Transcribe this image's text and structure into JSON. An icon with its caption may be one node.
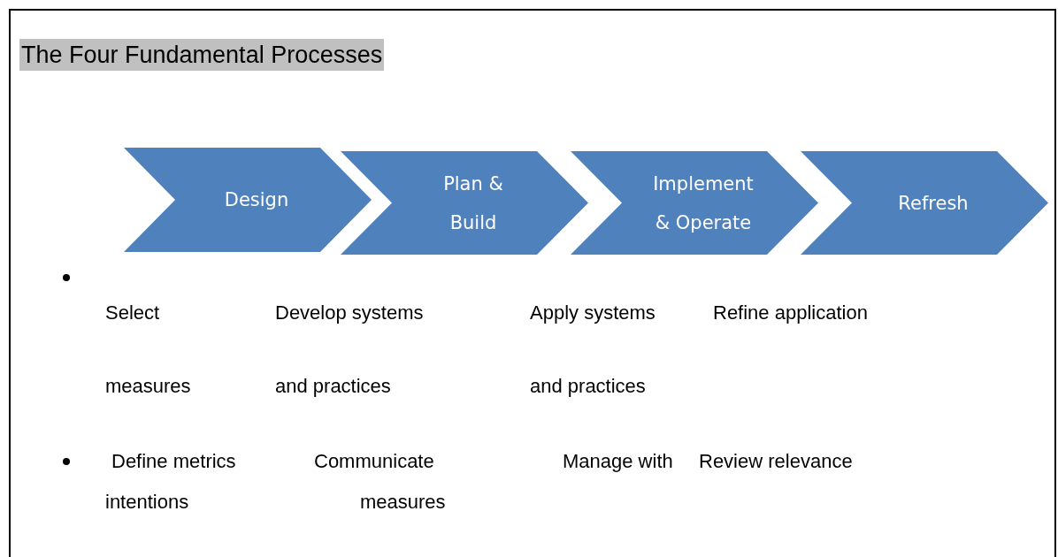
{
  "diagram": {
    "title": "The Four Fundamental Processes",
    "nodes": [
      {
        "text": [
          "Design"
        ]
      },
      {
        "text": [
          "Plan & Build"
        ]
      },
      {
        "text": [
          "Implement & Operate"
        ]
      },
      {
        "text": [
          "Refresh"
        ]
      }
    ],
    "labels": [
      "Select",
      "Develop systems",
      "Apply systems",
      "Refine application",
      "measures",
      "and practices",
      "and practices",
      "Define metrics",
      "Communicate",
      "Manage with",
      "Review relevance",
      "intentions",
      "measures"
    ]
  }
}
